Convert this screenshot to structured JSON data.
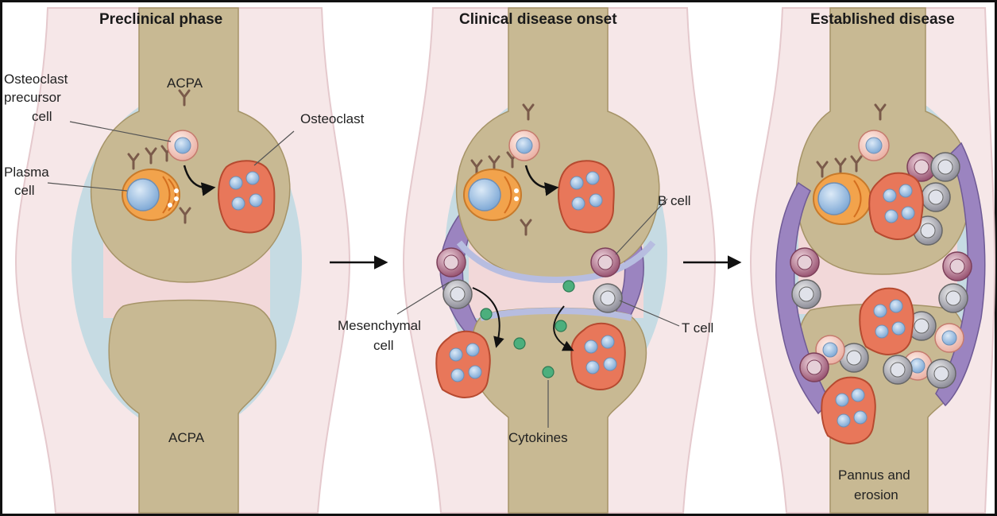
{
  "panels": [
    {
      "title": "Preclinical phase",
      "labels": {
        "acpa_top": "ACPA",
        "osteoclast_precursor_1": "Osteoclast",
        "osteoclast_precursor_2": "precursor",
        "osteoclast_precursor_3": "cell",
        "osteoclast": "Osteoclast",
        "plasma_1": "Plasma",
        "plasma_2": "cell",
        "acpa_bottom": "ACPA"
      }
    },
    {
      "title": "Clinical disease onset",
      "labels": {
        "b_cell": "B cell",
        "t_cell": "T cell",
        "mesenchymal_1": "Mesenchymal",
        "mesenchymal_2": "cell",
        "cytokines": "Cytokines"
      }
    },
    {
      "title": "Established disease",
      "labels": {
        "pannus_1": "Pannus and",
        "pannus_2": "erosion"
      }
    }
  ],
  "colors": {
    "bone": "#c8b993",
    "bone_dark": "#b8a67f",
    "capsule": "#f5e6e6",
    "capsule_edge": "#e9cfd2",
    "synovial_fluid": "#c6dbe3",
    "cartilage": "#c9cfe6",
    "joint_space": "#f2d9d9",
    "osteoclast": "#e8775a",
    "plasma": "#f2a34c",
    "nucleus": "#a9c9e8",
    "b_cell": "#b76f8a",
    "t_cell": "#a8a8b0",
    "cytokine": "#4caf7d",
    "pannus": "#8a6bab"
  }
}
